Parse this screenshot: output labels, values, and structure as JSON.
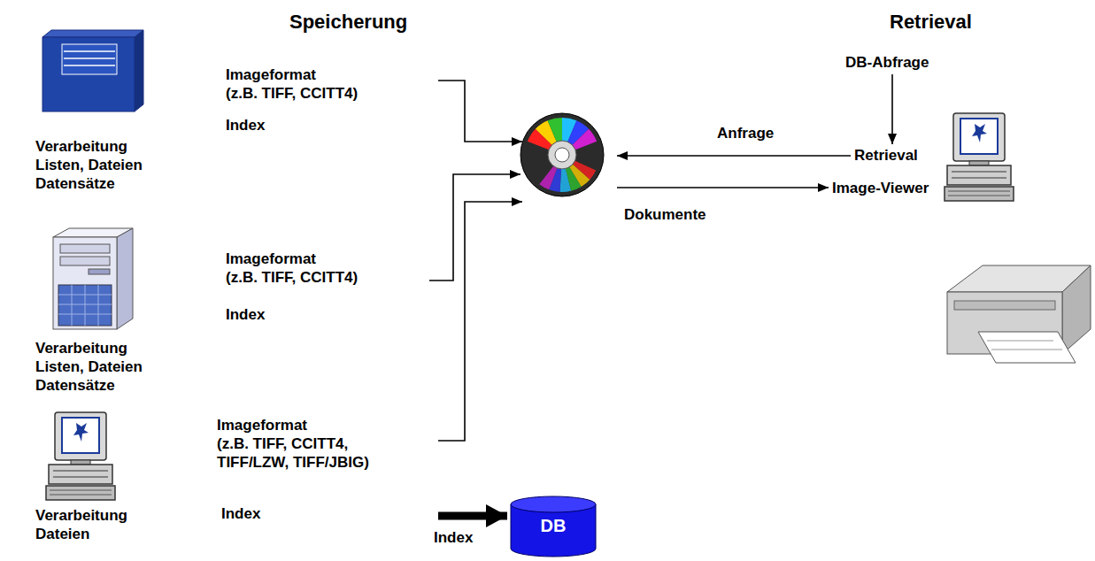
{
  "diagram": {
    "nodes": [
      {
        "text": [
          "Verarbeitung Listen, Dateien Datensätze"
        ]
      },
      {
        "text": [
          "Verarbeitung Listen, Dateien Datensätze"
        ]
      },
      {
        "text": [
          "Verarbeitung Dateien"
        ]
      },
      {
        "text": []
      },
      {
        "text": [
          "DB"
        ]
      },
      {
        "text": [
          "DB-Abfrage"
        ]
      },
      {
        "text": [
          "Retrieval"
        ]
      },
      {
        "text": [
          "Image-Viewer"
        ]
      }
    ],
    "edges": [
      {
        "from": 0,
        "to": 3,
        "arrow": "to"
      },
      {
        "from": 1,
        "to": 3,
        "arrow": "to"
      },
      {
        "from": 2,
        "to": 3,
        "arrow": "to"
      },
      {
        "from": 2,
        "to": 4,
        "label": "Index",
        "arrow": "to"
      },
      {
        "from": 5,
        "to": 6,
        "arrow": "to"
      },
      {
        "from": 6,
        "to": 3,
        "label": "Anfrage",
        "arrow": "to"
      },
      {
        "from": 3,
        "to": 7,
        "label": "Dokumente",
        "arrow": "to"
      }
    ],
    "labels": [
      "Speicherung",
      "Retrieval",
      "Imageformat (z.B. TIFF, CCITT4)",
      "Index",
      "Imageformat (z.B. TIFF, CCITT4)",
      "Index",
      "Imageformat (z.B. TIFF, CCITT4, TIFF/LZW, TIFF/JBIG)",
      "Index"
    ]
  }
}
